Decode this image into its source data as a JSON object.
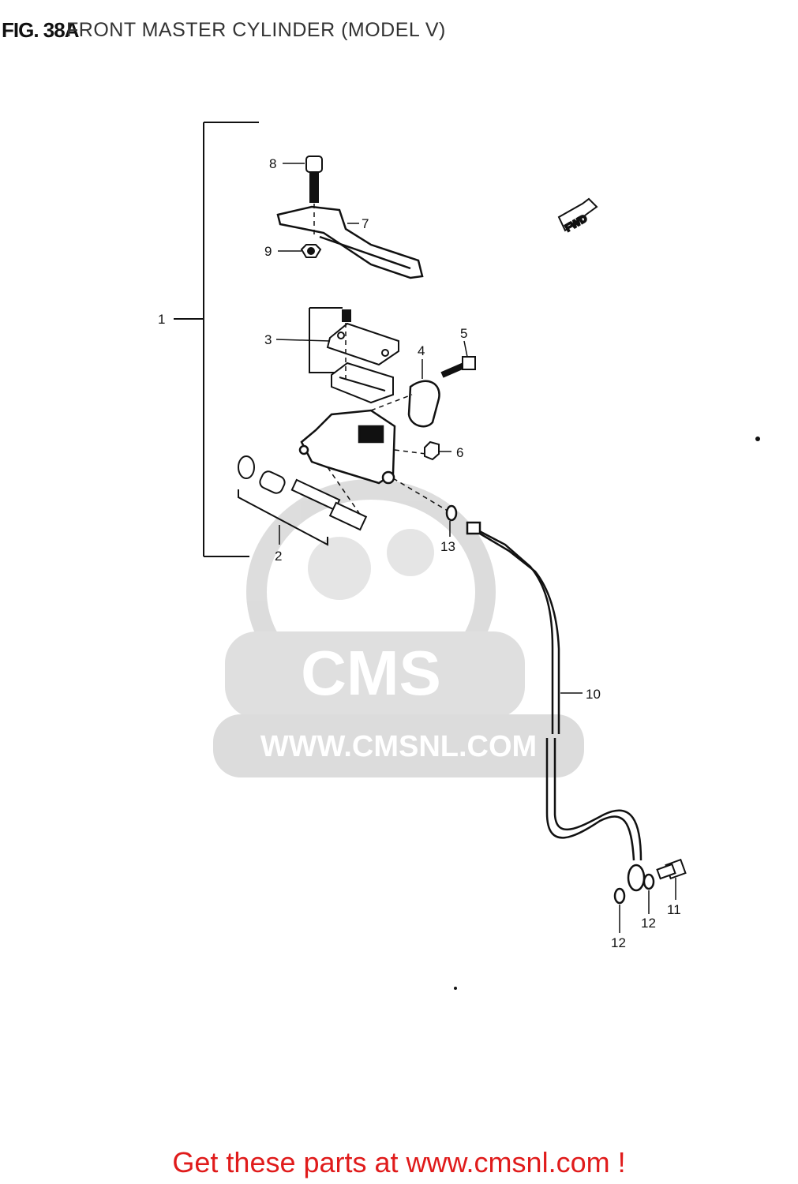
{
  "header": {
    "fig_label": "FIG. 38A",
    "title": "FRONT MASTER CYLINDER (MODEL V)"
  },
  "watermark": {
    "brand": "CMS",
    "url": "WWW.CMSNL.COM"
  },
  "fwd_arrow_label": "FWD",
  "callouts": [
    "1",
    "2",
    "3",
    "4",
    "5",
    "6",
    "7",
    "8",
    "9",
    "10",
    "11",
    "12",
    "12",
    "13"
  ],
  "footer": {
    "link_text": "Get these parts at www.cmsnl.com !"
  },
  "colors": {
    "link": "#e01b1b",
    "line_art": "#111111",
    "watermark": "#d9d9d9"
  }
}
